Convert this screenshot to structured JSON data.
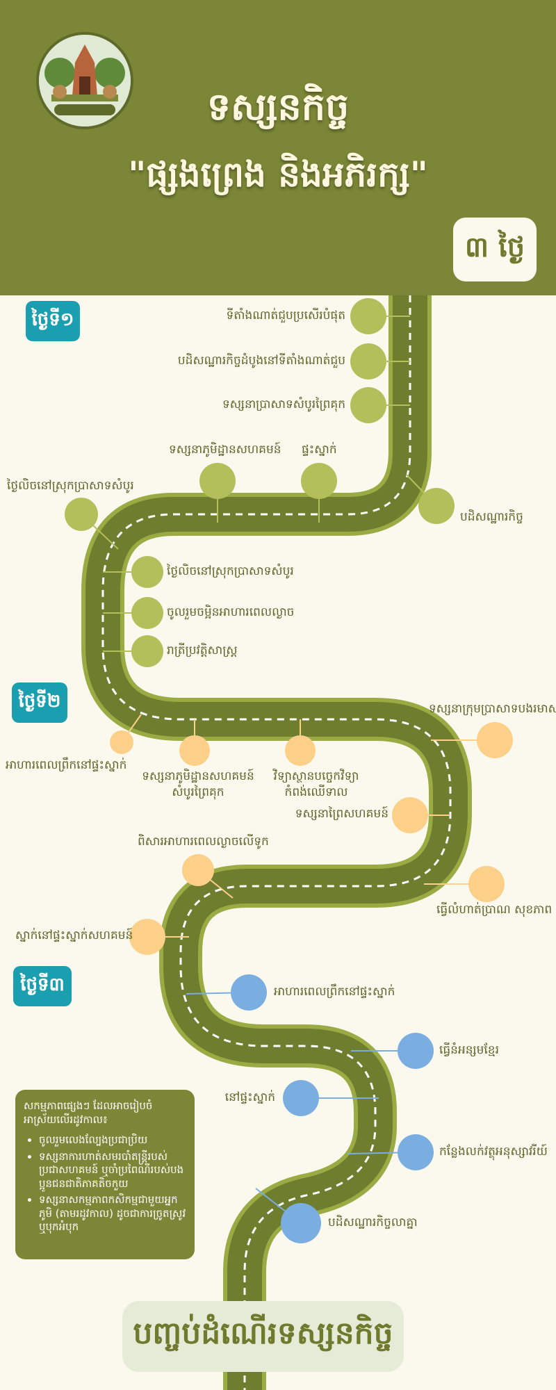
{
  "header": {
    "title_line1": "ទស្សនកិច្ច",
    "title_line2": "\"ផ្សងព្រេង និងអភិរក្ស\"",
    "duration": "៣ ថ្ងៃ"
  },
  "days": {
    "day1": "ថ្ងៃទី១",
    "day2": "ថ្ងៃទី២",
    "day3": "ថ្ងៃទី៣"
  },
  "stops": {
    "meeting_point": "ទីតាំងណាត់ជួបប្រសើរបំផុត",
    "orientation": "បដិសណ្ឋារកិច្ចដំបូងនៅទីតាំងណាត់ជួប",
    "visit_temple": "ទស្សនាប្រាសាទសំបូរព្រៃគុក",
    "visit_community": "ទស្សនាភូមិដ្ឋានសហគមន៍",
    "homestay": "ផ្ទះស្នាក់",
    "welcome": "បដិសណ្ឋារកិច្ច",
    "day1_left_top": "ថ្ងៃលិចនៅស្រុកប្រាសាទសំបូរ",
    "sunset": "ថ្ងៃលិចនៅស្រុកប្រាសាទសំបូរ",
    "dinner": "ចូលរួមចម្អិនអាហារពេលល្ងាច",
    "night_history": "រាត្រីប្រវត្តិសាស្ត្រ",
    "breakfast_homestay": "អាហារពេលព្រឹកនៅផ្ទះស្នាក់",
    "visit_community_2a": "ទស្សនាភូមិដ្ឋានសហគមន៍",
    "visit_community_2b": "សំបូរព្រៃគុក",
    "lab_a": "វិទ្យាស្ថានបច្ចេកវិទ្យា",
    "lab_b": "កំពង់ឈើទាល",
    "temple_group": "ទស្សនាក្រុមប្រាសាទបងរមាស",
    "forest_community": "ទស្សនាព្រៃសហគមន៍",
    "dinner_boat": "ពិសារអាហារពេលល្ងាចលើទូក",
    "health_exercise": "ធ្វើលំហាត់ប្រាណ សុខភាព",
    "stay_homestay": "ស្នាក់នៅផ្ទះស្នាក់សហគមន៍",
    "breakfast_homestay_3": "អាហារពេលព្រឹកនៅផ្ទះស្នាក់",
    "khmer_food": "ធ្វើនំអន្សមខ្មែរ",
    "at_homestay": "នៅផ្ទះស្នាក់",
    "souvenir_place": "កន្លែងលក់វត្ថុអនុស្សាវរីយ៍",
    "farewell": "បដិសណ្ឋារកិច្ចលាគ្នា"
  },
  "info": {
    "heading": "សកម្មភាពផ្សេងៗ ដែលអាចរៀបចំ អាស្រ័យលើរដូវកាល៖",
    "items": [
      "ចូលរួមលេងល្បែងប្រជាប្រិយ",
      "ទស្សនាការហាត់សមរបាំតន្ត្រីរបស់ប្រជាសហគមន៍ ឬចាំប្រពៃណីរបស់បងប្អូនជនជាតិភាគតិចកួយ",
      "ទស្សនាសកម្មភាពកសិកម្មជាមួយអ្នកភូមិ (តាមរដូវកាល) ដូចជាការច្រូតស្រូវ ឬបុកអំបុក"
    ]
  },
  "footer": {
    "end_label": "បញ្ចប់ដំណើរទស្សនកិច្ច"
  },
  "colors": {
    "olive": "#7b8737",
    "road_border": "#9aab44",
    "day1_dot": "#b3bf5a",
    "day2_dot": "#fdd089",
    "day3_dot": "#7aaee0",
    "day_badge": "#1a9fb0"
  }
}
